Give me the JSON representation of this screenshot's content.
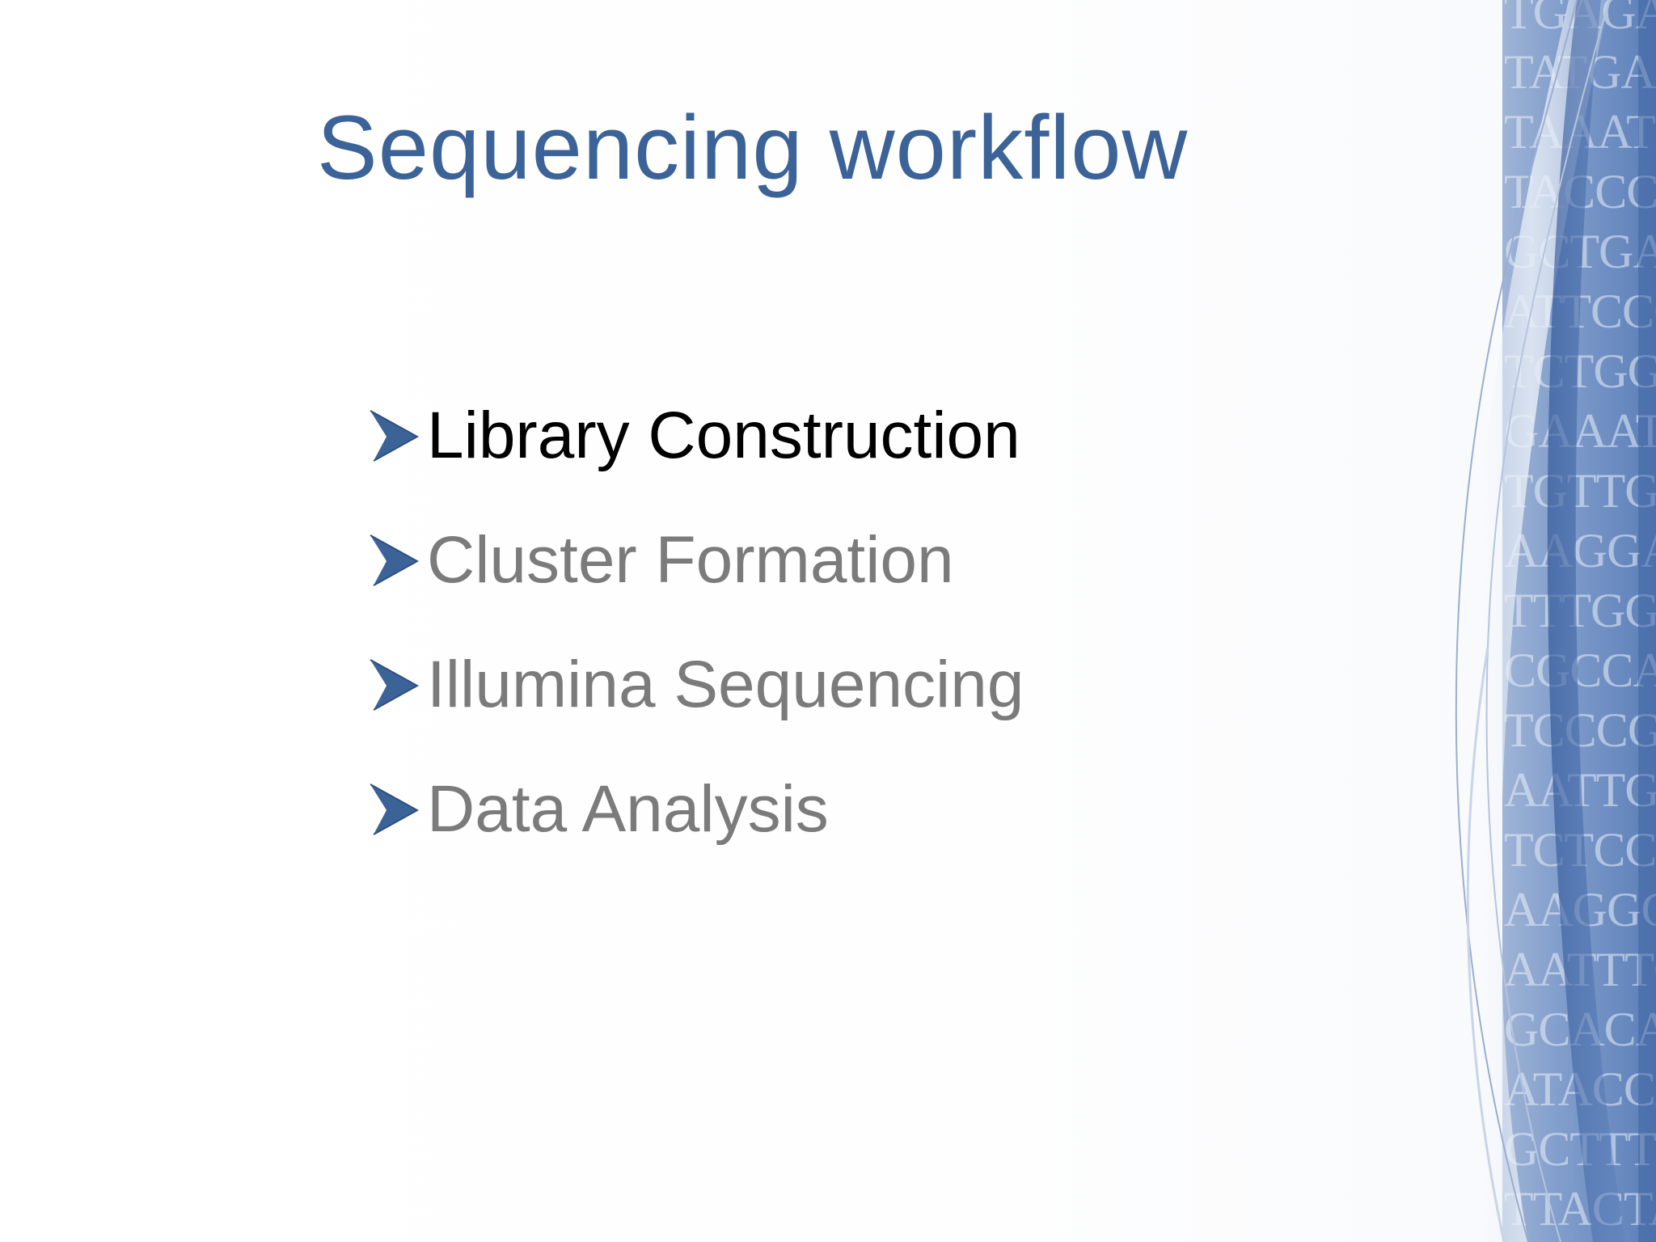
{
  "slide": {
    "title": "Sequencing workflow",
    "bullets": [
      {
        "text": "Library Construction",
        "active": true
      },
      {
        "text": "Cluster Formation",
        "active": false
      },
      {
        "text": "Illumina Sequencing",
        "active": false
      },
      {
        "text": "Data Analysis",
        "active": false
      }
    ],
    "bullet_icon": "arrowhead-bullet-icon"
  },
  "decoration": {
    "dna_sequence_lines": [
      "TGAGAT",
      "TATGAAGC",
      "TAAATCTG",
      "TACCCCCT",
      "GCTGAAAG",
      "ATTCCCCT",
      "TCTGGGAA",
      "GAAATTAT",
      "TGTTGAA",
      "AAGGAGT",
      "TTTGGGC",
      "CGCCAGC",
      "TCCCGCA",
      "AATTGCA",
      "TCTCCAA",
      "AAGGCTT",
      "AATTTGA",
      "GCACAAA",
      "ATACCAT",
      "GCTTTTT",
      "TTACTAT"
    ]
  },
  "colors": {
    "title": "#3c6398",
    "active_text": "#000000",
    "inactive_text": "#7b7b7b",
    "bullet_arrow": "#3c6398",
    "band_dark": "#4a6fae",
    "band_light": "#c8d5ea"
  }
}
